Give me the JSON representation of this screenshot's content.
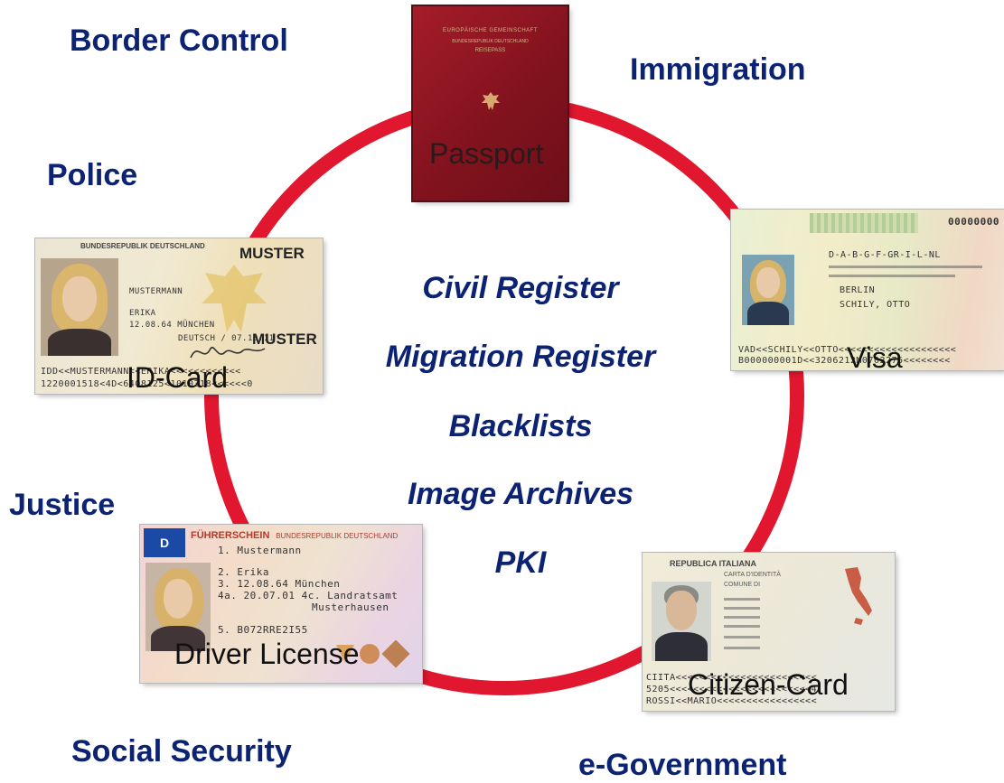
{
  "sectors": {
    "border_control": "Border Control",
    "immigration": "Immigration",
    "police": "Police",
    "justice": "Justice",
    "social_security": "Social Security",
    "e_government": "e-Government"
  },
  "registers": [
    "Civil Register",
    "Migration Register",
    "Blacklists",
    "Image Archives",
    "PKI"
  ],
  "documents": {
    "passport": "Passport",
    "visa": "Visa",
    "id_card": "ID-Card",
    "driver_license": "Driver License",
    "citizen_card": "Citizen-Card"
  },
  "document_text": {
    "muster": "MUSTER",
    "passport_header": "EUROPÄISCHE GEMEINSCHAFT",
    "passport_country": "BUNDESREPUBLIK DEUTSCHLAND",
    "passport_type": "REISEPASS",
    "id_header": "BUNDESREPUBLIK DEUTSCHLAND",
    "id_surname": "MUSTERMANN",
    "id_given": "ERIKA",
    "id_birth": "12.08.64 MÜNCHEN",
    "id_expiry": "DEUTSCH / 07.10.11",
    "id_mrz1": "IDD<<MUSTERMANN<<ERIKA<<<<<<<<<<<<",
    "id_mrz2": "1220001518<4D<6408125<1010318<<<<<<0",
    "visa_number": "00000000",
    "visa_name": "D-A-B-G-F-GR-I-L-NL",
    "visa_place": "BERLIN",
    "visa_holder": "SCHILY, OTTO",
    "visa_mrz1": "VAD<<SCHILY<<OTTO<<<<<<<<<<<<<<<<<<<<",
    "visa_mrz2": "B000000001D<<3206212M0702276<<<<<<<<",
    "dl_header": "FÜHRERSCHEIN",
    "dl_country": "BUNDESREPUBLIK DEUTSCHLAND",
    "dl_badge": "D",
    "dl_line1": "1. Mustermann",
    "dl_line2": "2. Erika",
    "dl_line3": "3. 12.08.64  München",
    "dl_line4": "4a. 20.07.01  4c. Landratsamt",
    "dl_line5": "Musterhausen",
    "dl_line6": "5. B072RRE2I55",
    "cc_header": "REPUBLICA ITALIANA",
    "cc_subheader": "CARTA D'IDENTITÀ",
    "cc_comune": "COMUNE DI",
    "cc_mrz1": "CIITA<<<<<<<<<<<<<<<<<<<<<<<<",
    "cc_mrz2": "5205<<<<<<<<<<<<<<<<<<<<<<<<4",
    "cc_mrz3": "ROSSI<<MARIO<<<<<<<<<<<<<<<<<"
  },
  "colors": {
    "ring": "#e0172e",
    "sector_text": "#0c2272",
    "passport": "#8e1622"
  }
}
